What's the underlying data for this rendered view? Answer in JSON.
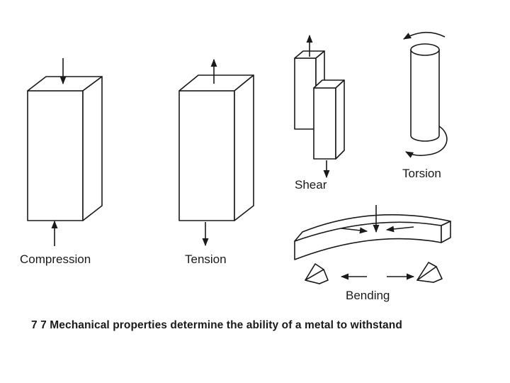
{
  "labels": {
    "compression": "Compression",
    "tension": "Tension",
    "shear": "Shear",
    "torsion": "Torsion",
    "bending": "Bending"
  },
  "caption": "7 7  Mechanical properties determine the ability of a metal to withstand"
}
